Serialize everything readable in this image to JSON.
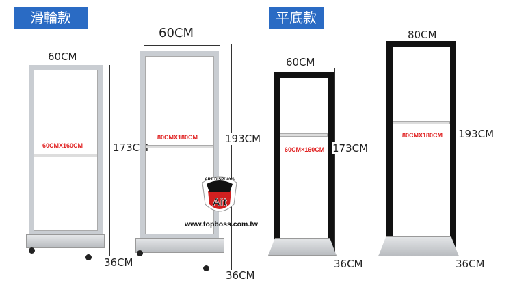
{
  "headers": {
    "rolling": "滑輪款",
    "flat": "平底款"
  },
  "products": [
    {
      "width": "60CM",
      "height": "173CM",
      "depth": "36CM",
      "size": "60CMX160CM"
    },
    {
      "width": "60CM",
      "height": "193CM",
      "depth": "36CM",
      "size": "80CMX180CM"
    },
    {
      "width": "60CM",
      "height": "173CM",
      "depth": "36CM",
      "size": "60CM×160CM"
    },
    {
      "width": "80CM",
      "height": "193CM",
      "depth": "36CM",
      "size": "80CMX180CM"
    }
  ],
  "logo": {
    "text": "ART DISPLAYS",
    "mark": "Ait",
    "url": "www.topboss.com.tw"
  },
  "colors": {
    "badge": "#2a6bc4",
    "label": "#e02020"
  }
}
